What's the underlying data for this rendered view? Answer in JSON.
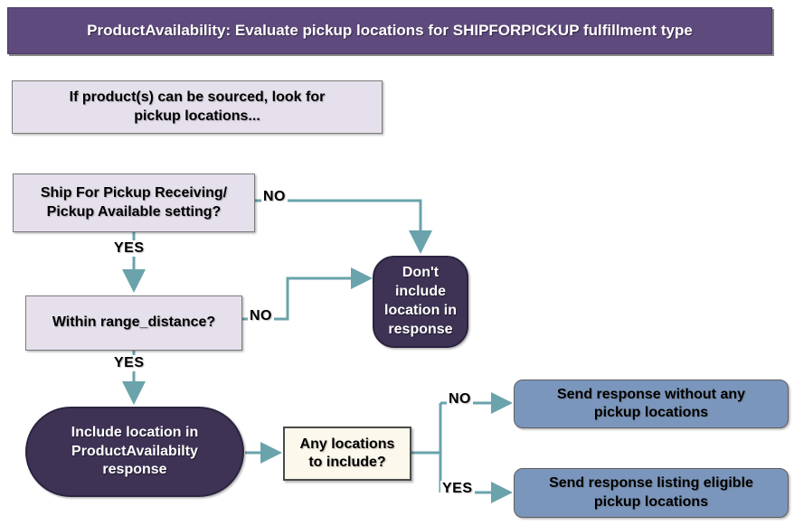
{
  "colors": {
    "banner_purple": "#5F4A7D",
    "node_dark_purple": "#3E3355",
    "box_lavender": "#E6E0EC",
    "box_cream": "#FDF8EC",
    "box_steel_blue": "#7B96BC",
    "connector_teal": "#6AA3AB",
    "text_light": "#FFFFFF",
    "text_dark": "#000000"
  },
  "banner": {
    "text": "ProductAvailability: Evaluate pickup locations for SHIPFORPICKUP fulfillment type"
  },
  "nodes": {
    "intro": {
      "lines": [
        "If product(s) can be sourced, look for",
        "pickup locations..."
      ]
    },
    "ship_pickup_setting": {
      "lines": [
        "Ship For Pickup Receiving/",
        "Pickup Available setting?"
      ]
    },
    "within_range": {
      "text": "Within range_distance?"
    },
    "dont_include": {
      "lines": [
        "Don't",
        "include",
        "location in",
        "response"
      ]
    },
    "include_location": {
      "lines": [
        "Include location in",
        "ProductAvailabilty",
        "response"
      ]
    },
    "any_locations": {
      "lines": [
        "Any locations",
        "to include?"
      ]
    },
    "send_without": {
      "lines": [
        "Send response without any",
        "pickup locations"
      ]
    },
    "send_listing": {
      "lines": [
        "Send response listing eligible",
        "pickup locations"
      ]
    }
  },
  "edge_labels": {
    "ship_setting_no": "NO",
    "ship_setting_yes": "YES",
    "range_no": "NO",
    "range_yes": "YES",
    "any_no": "NO",
    "any_yes": "YES"
  }
}
